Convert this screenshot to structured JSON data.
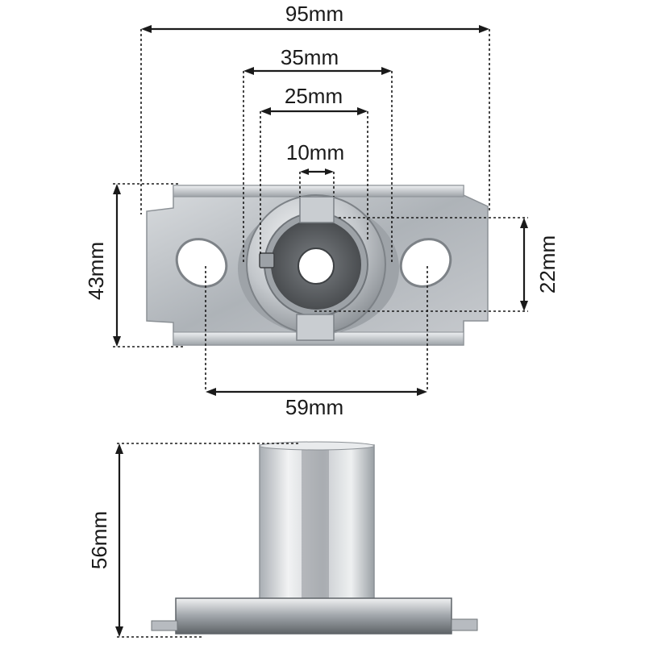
{
  "dimensions": {
    "overall_width": "95mm",
    "outer_span": "35mm",
    "inner_span": "25mm",
    "slot_width": "10mm",
    "plate_height": "43mm",
    "bore_height": "22mm",
    "hole_spacing": "59mm",
    "total_height": "56mm"
  },
  "colors": {
    "background": "#ffffff",
    "dimension_line": "#1a1a1a",
    "metal_light": "#e4e6e8",
    "metal_mid": "#b9bdc1",
    "metal_dark": "#7d8287",
    "bore_dark": "#5c5f63"
  }
}
